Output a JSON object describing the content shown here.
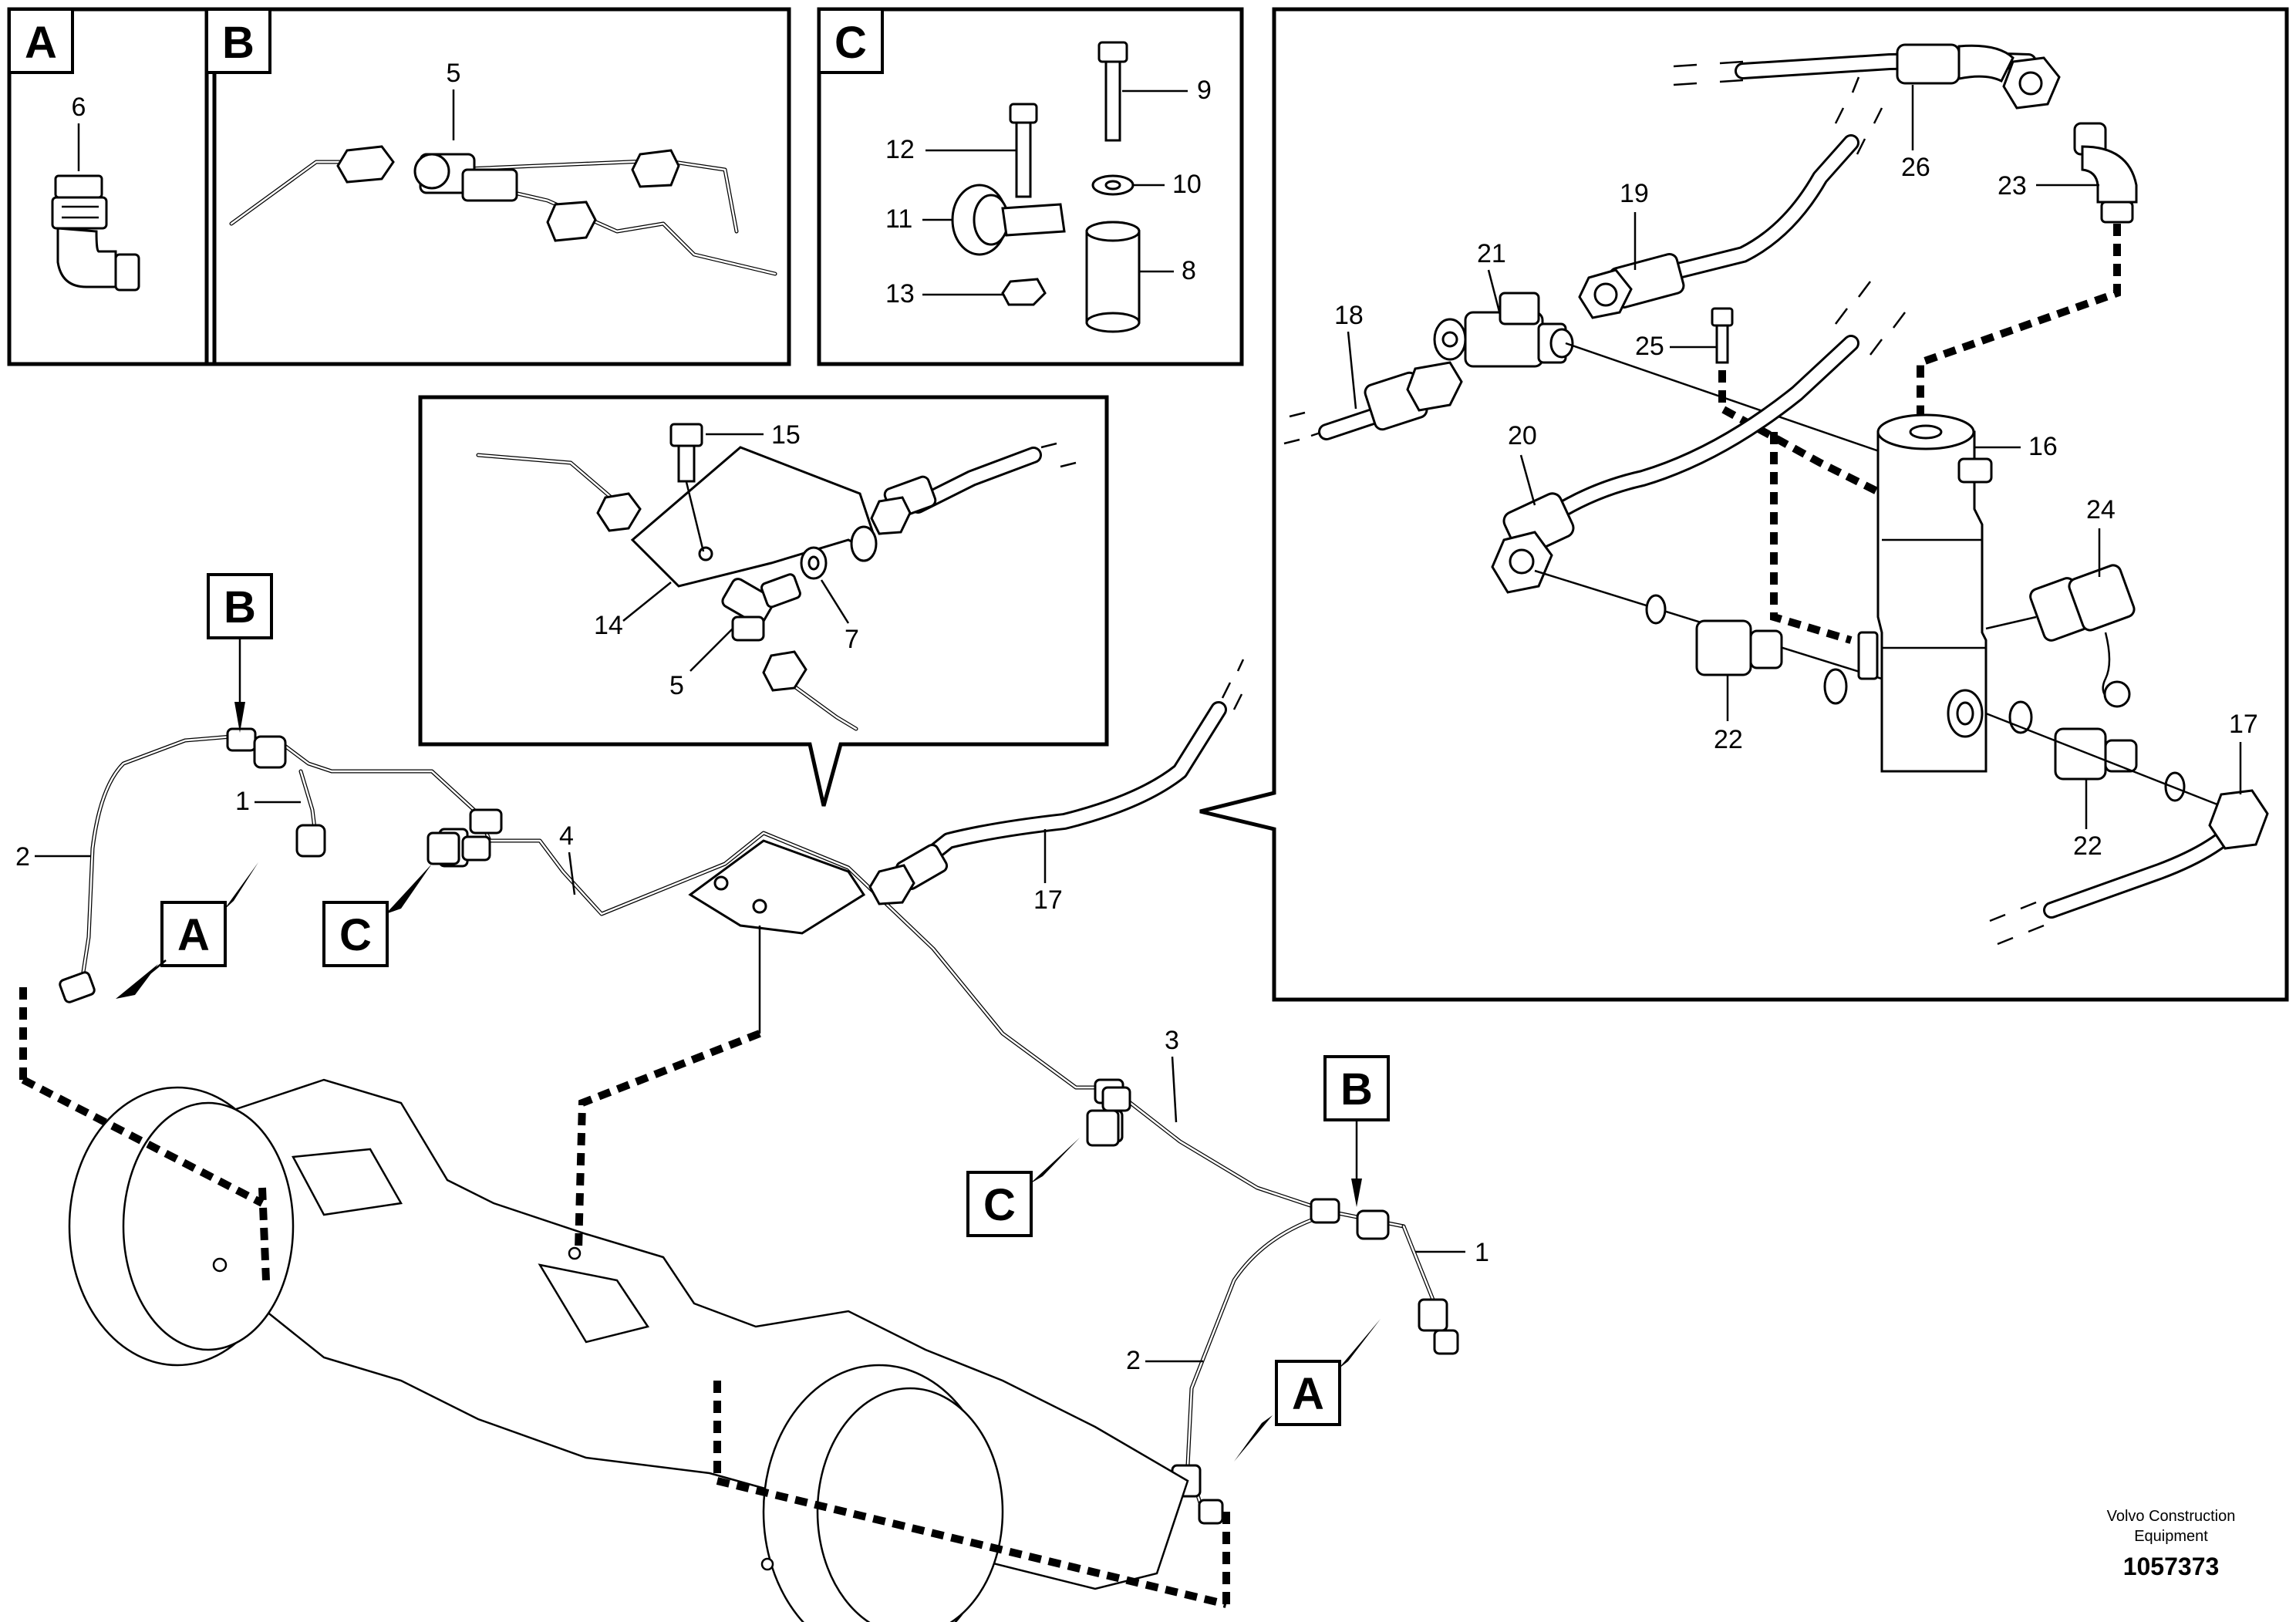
{
  "detail_a": {
    "tag": "A",
    "labels": [
      "6"
    ]
  },
  "detail_b": {
    "tag": "B",
    "labels": [
      "5"
    ]
  },
  "detail_c": {
    "tag": "C",
    "labels": [
      "9",
      "12",
      "10",
      "11",
      "8",
      "13"
    ]
  },
  "bracket_callout": {
    "labels": [
      "15",
      "14",
      "7",
      "5"
    ]
  },
  "valve_detail": {
    "labels": [
      "26",
      "23",
      "19",
      "21",
      "18",
      "25",
      "20",
      "16",
      "24",
      "22",
      "22",
      "17"
    ]
  },
  "main_assembly": {
    "labels": [
      "1",
      "2",
      "4",
      "17",
      "3",
      "1",
      "2"
    ],
    "tags": [
      "B",
      "A",
      "C",
      "C",
      "B",
      "A"
    ]
  },
  "footer": {
    "company_line1": "Volvo Construction",
    "company_line2": "Equipment",
    "drawing_number": "1057373"
  }
}
